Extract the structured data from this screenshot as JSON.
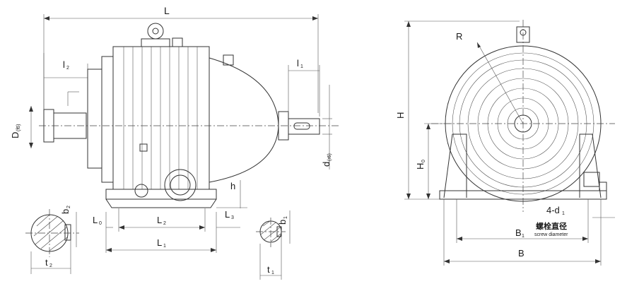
{
  "labels": {
    "L": "L",
    "l2": "l",
    "l2_sub": "2",
    "l1": "l",
    "l1_sub": "1",
    "D": "D",
    "D_sub": "(f6)",
    "d": "d",
    "d_sub": "(r6)",
    "h": "h",
    "L0": "L",
    "L0_sub": "0",
    "L2": "L",
    "L2_sub": "2",
    "L3": "L",
    "L3_sub": "3",
    "L1": "L",
    "L1_sub": "1",
    "b2": "b",
    "b2_sub": "2",
    "t2": "t",
    "t2_sub": "2",
    "b1": "b",
    "b1_sub": "1",
    "t1": "t",
    "t1_sub": "1",
    "R": "R",
    "H": "H",
    "H0": "H",
    "H0_sub": "0",
    "bolt": "4-d",
    "bolt_sub": "1",
    "bolt_cn": "螺栓直径",
    "bolt_en": "screw diameter",
    "B1": "B",
    "B1_sub": "1",
    "B": "B"
  }
}
